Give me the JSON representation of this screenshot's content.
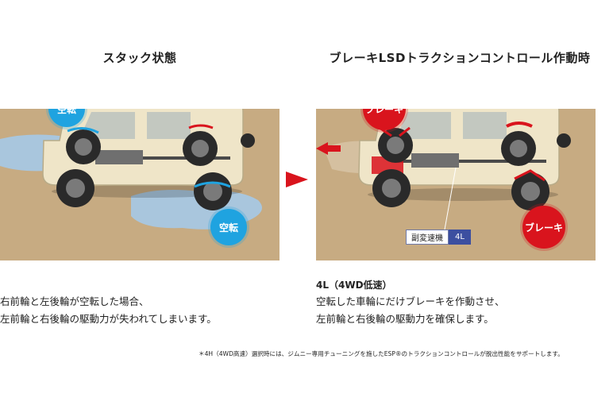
{
  "left": {
    "title": "スタック状態",
    "badge_top": "空転",
    "badge_bottom": "空転",
    "desc_lines": [
      "右前輪と左後輪が空転した場合、",
      "左前輪と右後輪の駆動力が失われてしまいます。"
    ]
  },
  "right": {
    "title": "ブレーキLSDトラクションコントロール作動時",
    "badge_top": "ブレーキ",
    "badge_bottom": "ブレーキ",
    "gear_label": "副変速機",
    "gear_value": "4L",
    "subhead": "4L（4WD低速）",
    "desc_lines": [
      "空転した車輪にだけブレーキを作動させ、",
      "左前輪と右後輪の駆動力を確保します。"
    ]
  },
  "footnote": "＊4H（4WD高速）選択時には、ジムニー専用チューニングを施したESP®のトラクションコントロールが脱出性能をサポートします。",
  "colors": {
    "ground": "#c7ab82",
    "water": "#a9c6dd",
    "blue_badge": "#1fa3e0",
    "red_badge": "#d9141d",
    "car_body": "#efe5c8",
    "gear_box": "#3c4fa0"
  }
}
